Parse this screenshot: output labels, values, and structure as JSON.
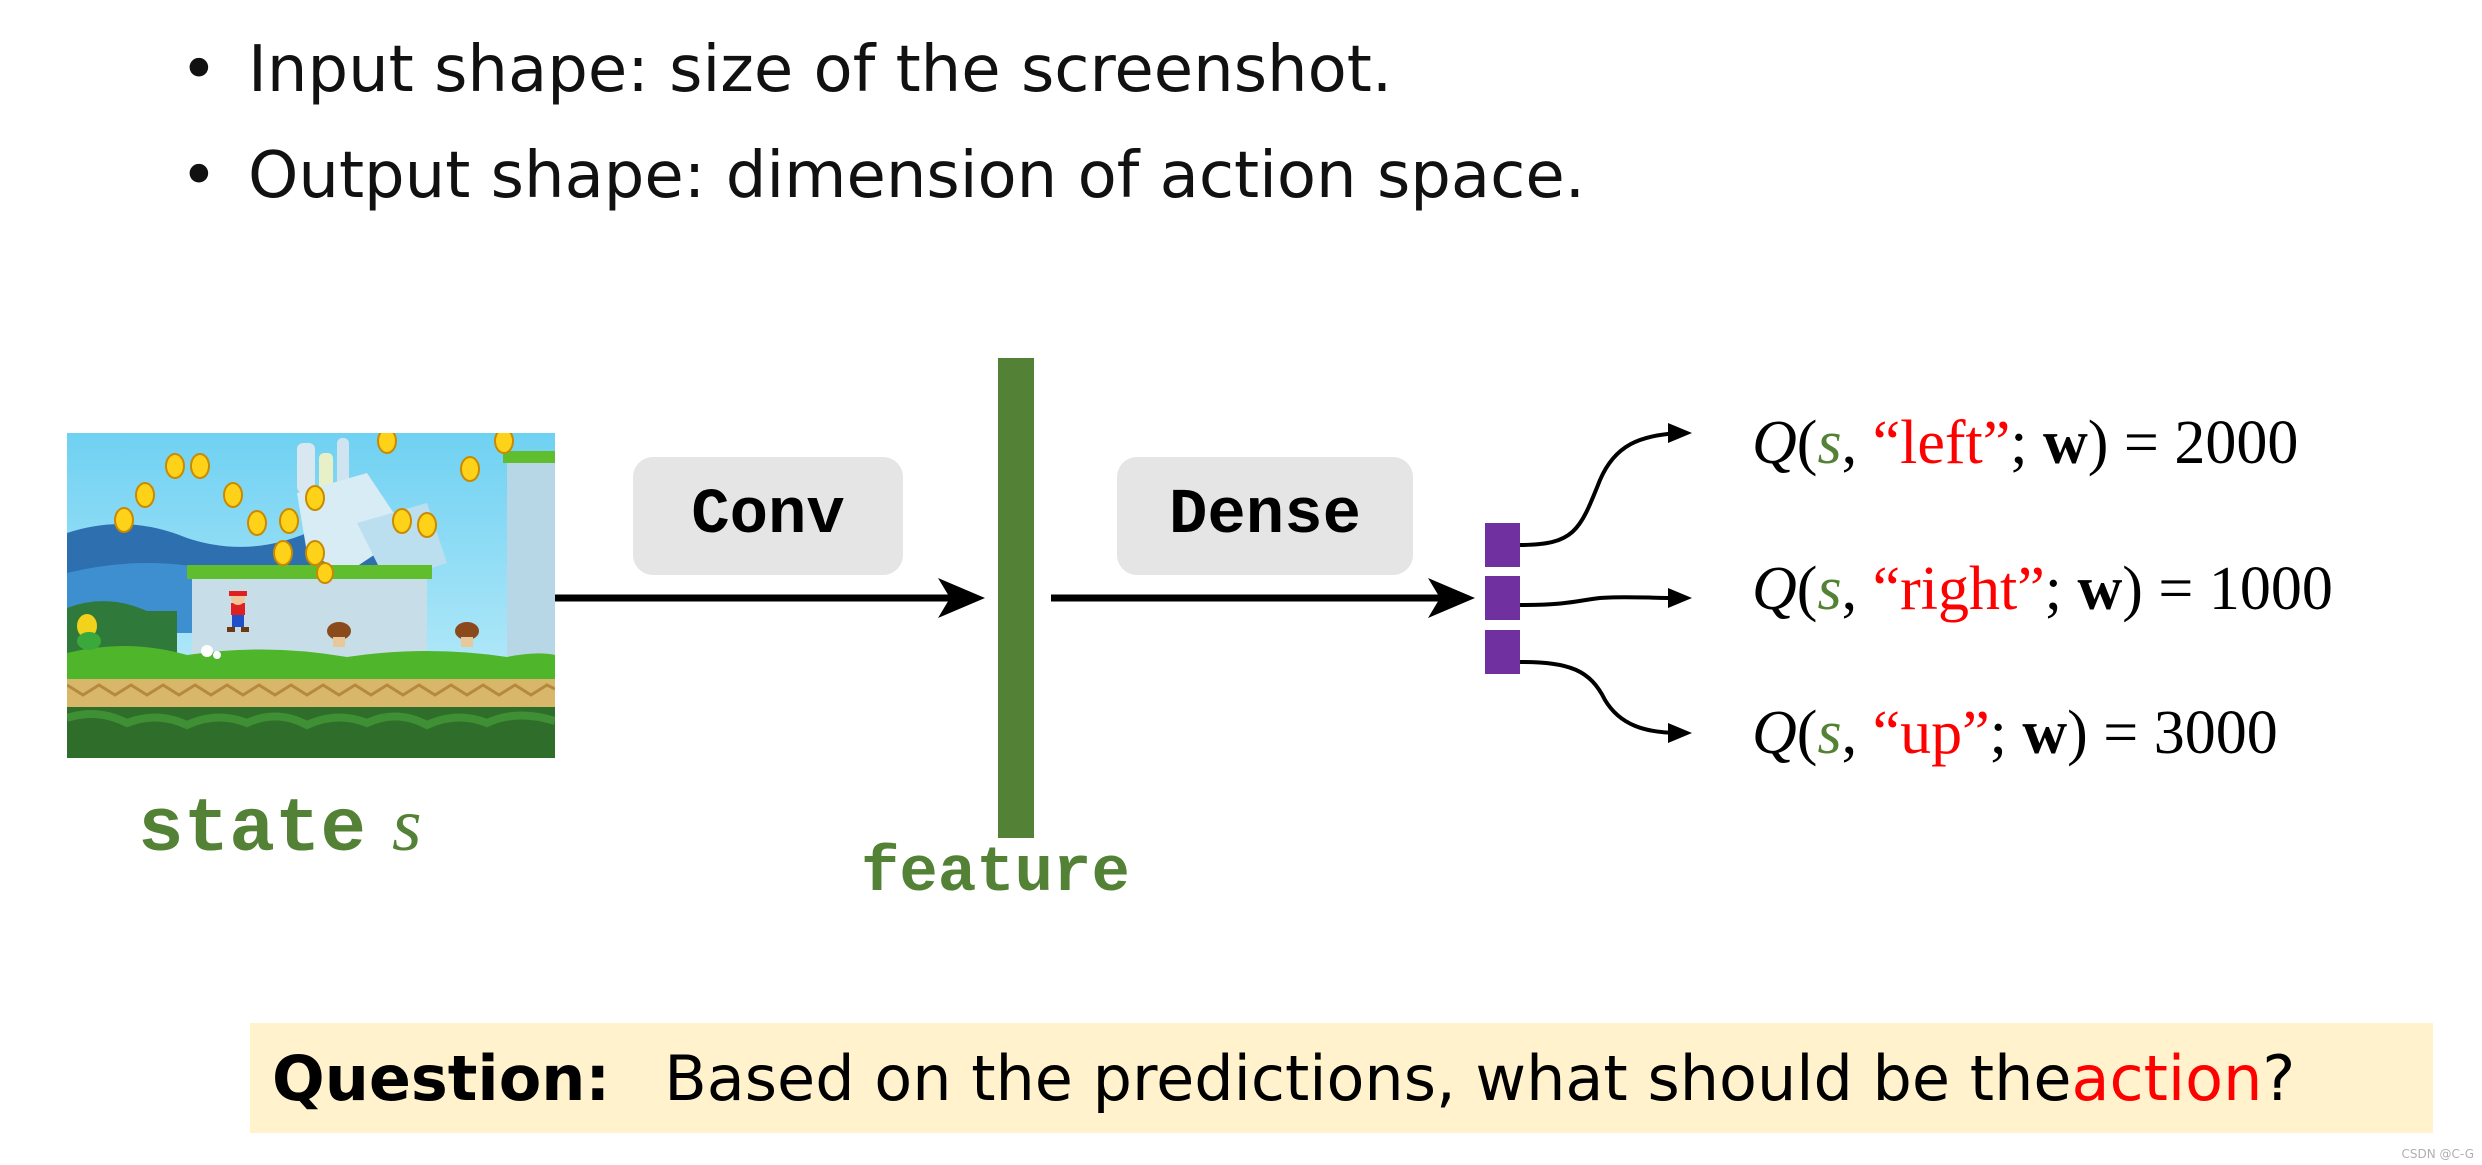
{
  "bullets": [
    "Input shape: size of the screenshot.",
    "Output shape:  dimension of action space."
  ],
  "image": {
    "description_icon": "super-mario-run-screenshot"
  },
  "state": {
    "label": "state",
    "symbol": "s"
  },
  "layers": {
    "conv": "Conv",
    "dense": "Dense",
    "feature": "feature"
  },
  "outputs": [
    {
      "action": "“left”",
      "value": "2000"
    },
    {
      "action": "“right”",
      "value": "1000"
    },
    {
      "action": "“up”",
      "value": "3000"
    }
  ],
  "q_parts": {
    "q": "Q",
    "open": "(",
    "s": "s",
    "comma": ", ",
    "semi": "; ",
    "w": "w",
    "close_eq": ") = "
  },
  "question": {
    "label": "Question:",
    "before": "Based on the predictions, what should be the ",
    "highlight": "action",
    "after": "?"
  },
  "watermark": "CSDN @C-G",
  "colors": {
    "green": "#538135",
    "purple": "#7030a0",
    "red": "#ff0000",
    "question_bg": "#fff2cc",
    "box_gray": "#e5e5e5"
  }
}
